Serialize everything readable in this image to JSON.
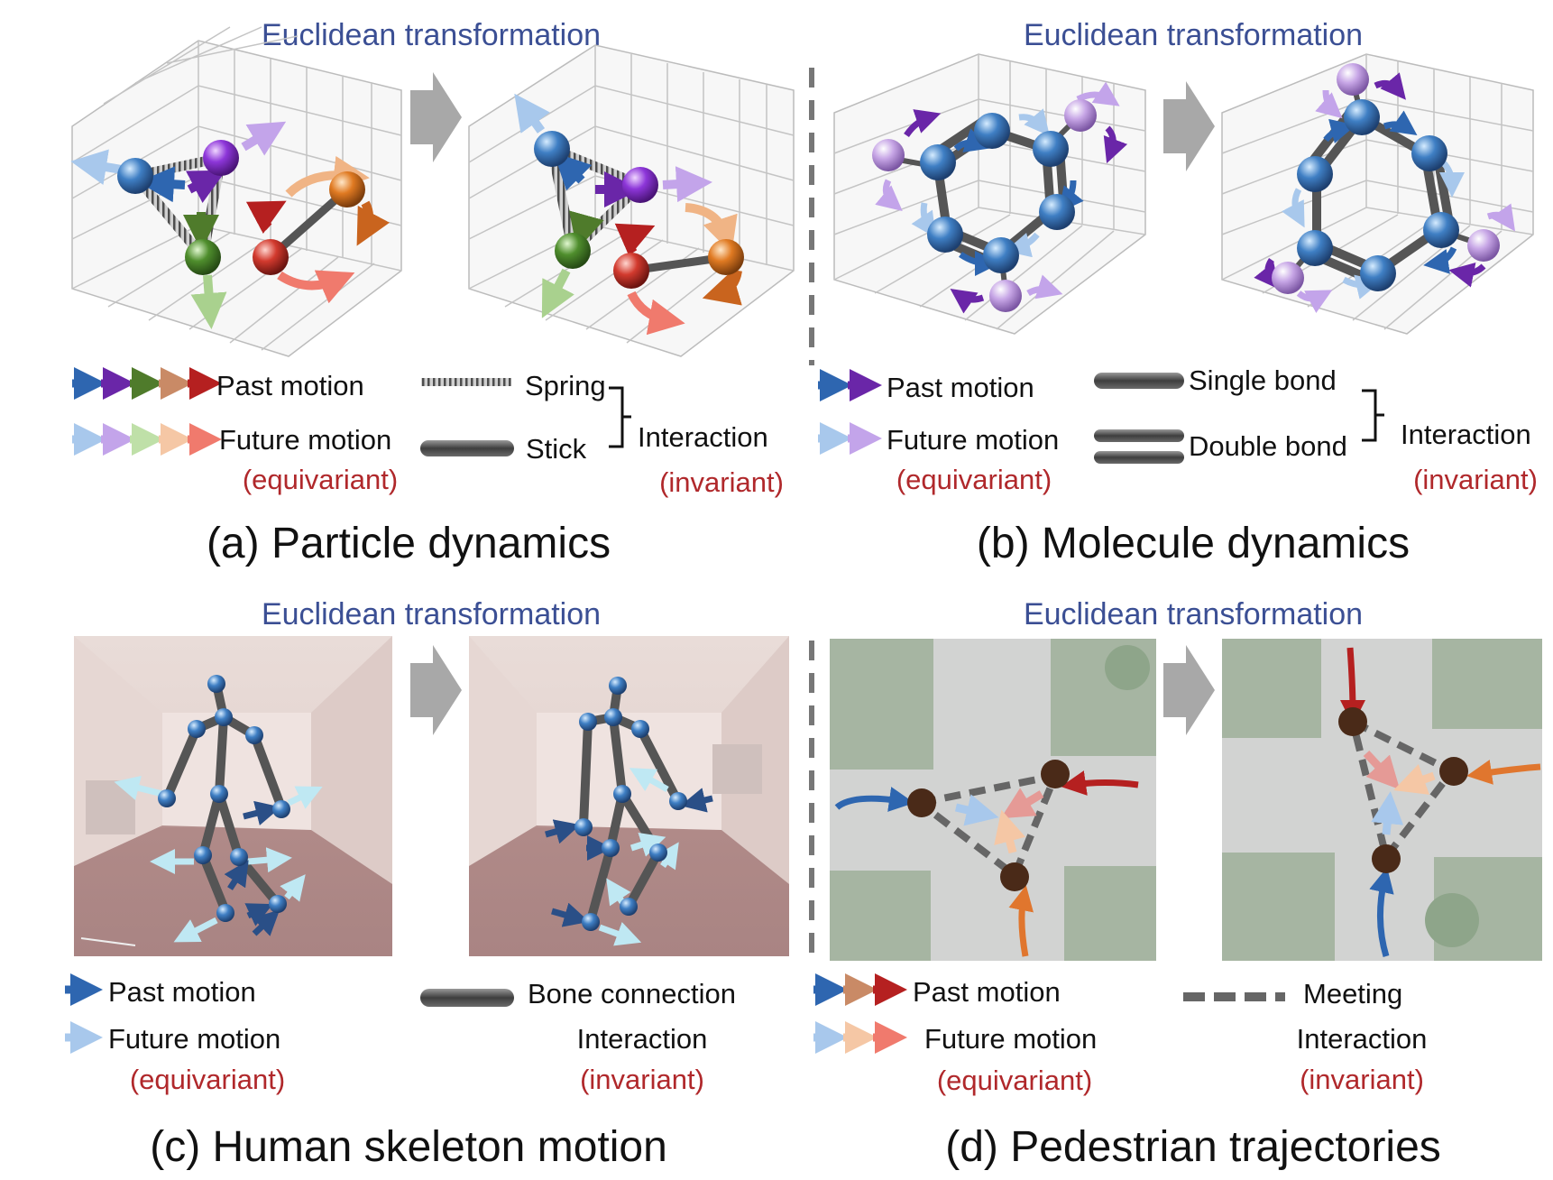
{
  "colors": {
    "title_blue": "#3b4f94",
    "invariant_red": "#b0282b",
    "atom_blue": "#3f7fc4",
    "atom_purple": "#8d36d9",
    "atom_green": "#4f8e2d",
    "atom_orange": "#e07a22",
    "atom_red": "#d23a2e",
    "atom_lilac": "#c7a6e6",
    "bond_gray": "#555555",
    "arrow_gray": "#a8a8a8"
  },
  "panels": {
    "a": {
      "heading": "Euclidean transformation",
      "legend": {
        "past": "Past motion",
        "future": "Future motion",
        "future_note": "(equivariant)",
        "spring": "Spring",
        "stick": "Stick",
        "interaction": "Interaction",
        "interaction_note": "(invariant)"
      },
      "caption": "(a) Particle dynamics"
    },
    "b": {
      "heading": "Euclidean transformation",
      "legend": {
        "past": "Past motion",
        "future": "Future motion",
        "future_note": "(equivariant)",
        "single": "Single bond",
        "double": "Double bond",
        "interaction": "Interaction",
        "interaction_note": "(invariant)"
      },
      "caption": "(b) Molecule dynamics"
    },
    "c": {
      "heading": "Euclidean transformation",
      "legend": {
        "past": "Past motion",
        "future": "Future motion",
        "future_note": "(equivariant)",
        "bone": "Bone connection",
        "interaction": "Interaction",
        "interaction_note": "(invariant)"
      },
      "caption": "(c) Human skeleton motion"
    },
    "d": {
      "heading": "Euclidean transformation",
      "legend": {
        "past": "Past motion",
        "future": "Future motion",
        "future_note": "(equivariant)",
        "meeting": "Meeting",
        "interaction": "Interaction",
        "interaction_note": "(invariant)"
      },
      "caption": "(d) Pedestrian trajectories"
    }
  }
}
